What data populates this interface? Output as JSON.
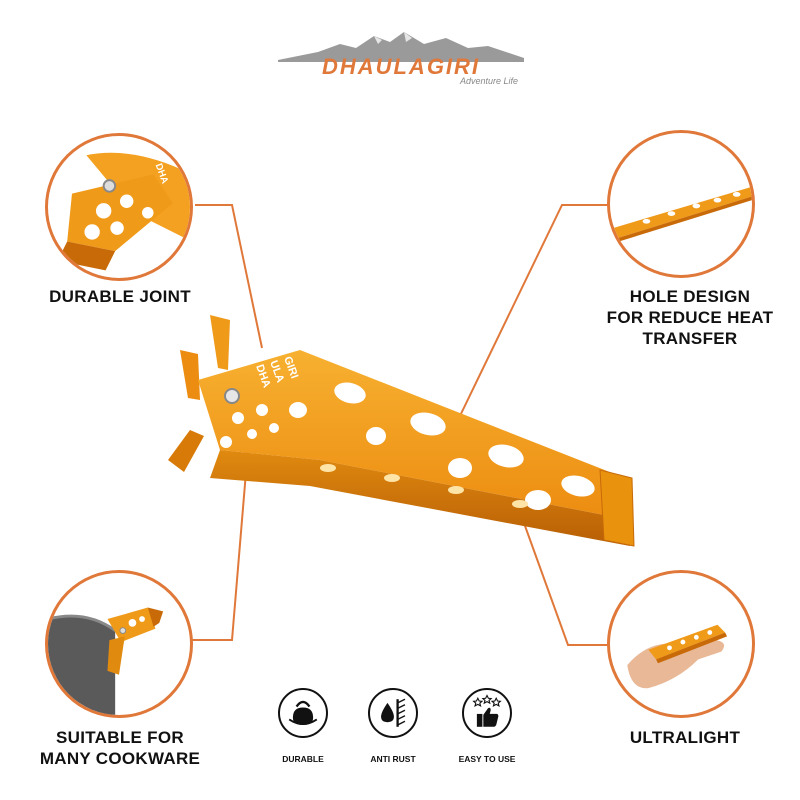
{
  "brand": {
    "name": "DHAULAGIRI",
    "tagline": "Adventure Life"
  },
  "product": {
    "engraving_lines": [
      "DHA",
      "ULA",
      "GIRI"
    ]
  },
  "features": [
    {
      "label": "DURABLE JOINT"
    },
    {
      "label": "HOLE DESIGN\nFOR REDUCE HEAT\nTRANSFER"
    },
    {
      "label": "SUITABLE FOR\nMANY COOKWARE"
    },
    {
      "label": "ULTRALIGHT"
    }
  ],
  "badges": [
    {
      "label": "DURABLE",
      "icon": "kettlebell-icon"
    },
    {
      "label": "ANTI RUST",
      "icon": "water-drop-wall-icon"
    },
    {
      "label": "EASY TO USE",
      "icon": "thumbs-up-stars-icon"
    }
  ],
  "colors": {
    "accent": "#e0783a",
    "product_orange": "#f09a1a",
    "product_dark": "#c86a08",
    "text": "#111111"
  }
}
